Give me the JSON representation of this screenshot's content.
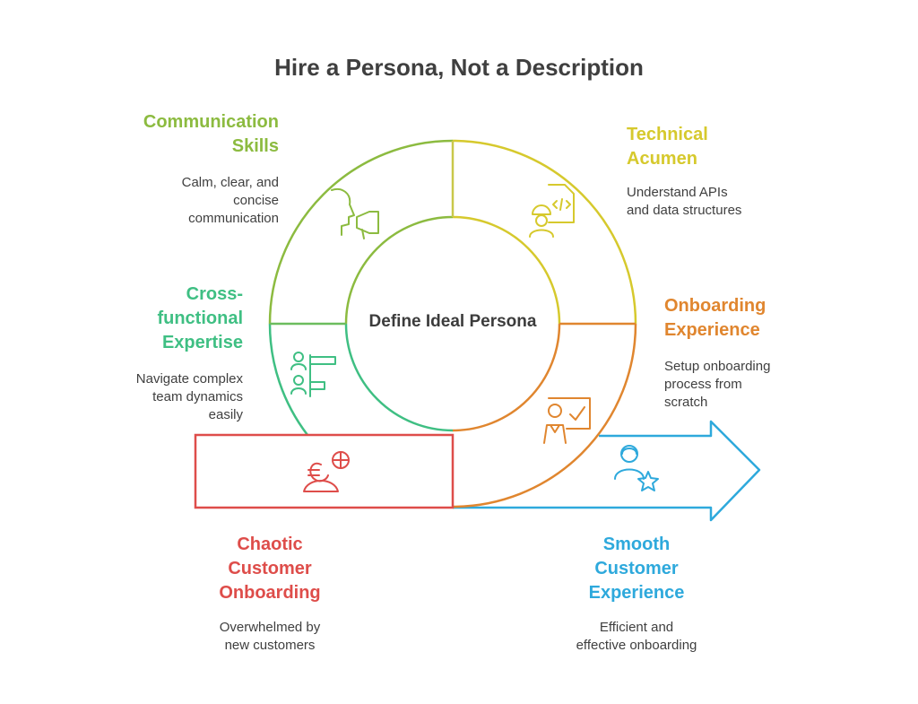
{
  "title": "Hire a Persona, Not a Description",
  "center_label": "Define Ideal Persona",
  "colors": {
    "communication": "#8cbb40",
    "technical": "#d6c92d",
    "onboarding": "#e0862f",
    "crossfunctional": "#3fbf83",
    "chaotic": "#de4d4a",
    "smooth": "#2ea9dc",
    "text": "#3f3f3f"
  },
  "segments": [
    {
      "id": "communication",
      "heading": [
        "Communication",
        "Skills"
      ],
      "description": [
        "Calm, clear, and",
        "concise",
        "communication"
      ],
      "icon": "speaking-megaphone-icon"
    },
    {
      "id": "technical",
      "heading": [
        "Technical",
        "Acumen"
      ],
      "description": [
        "Understand APIs",
        "and data structures"
      ],
      "icon": "developer-code-icon"
    },
    {
      "id": "crossfunctional",
      "heading": [
        "Cross-",
        "functional",
        "Expertise"
      ],
      "description": [
        "Navigate complex",
        "team dynamics",
        "easily"
      ],
      "icon": "team-hierarchy-icon"
    },
    {
      "id": "onboarding",
      "heading": [
        "Onboarding",
        "Experience"
      ],
      "description": [
        "Setup onboarding",
        "process from",
        "scratch"
      ],
      "icon": "presenter-checkmark-icon"
    },
    {
      "id": "chaotic",
      "heading": [
        "Chaotic",
        "Customer",
        "Onboarding"
      ],
      "description": [
        "Overwhelmed by",
        "new customers"
      ],
      "icon": "confused-person-icon"
    },
    {
      "id": "smooth",
      "heading": [
        "Smooth",
        "Customer",
        "Experience"
      ],
      "description": [
        "Efficient and",
        "effective onboarding"
      ],
      "icon": "person-star-icon"
    }
  ]
}
